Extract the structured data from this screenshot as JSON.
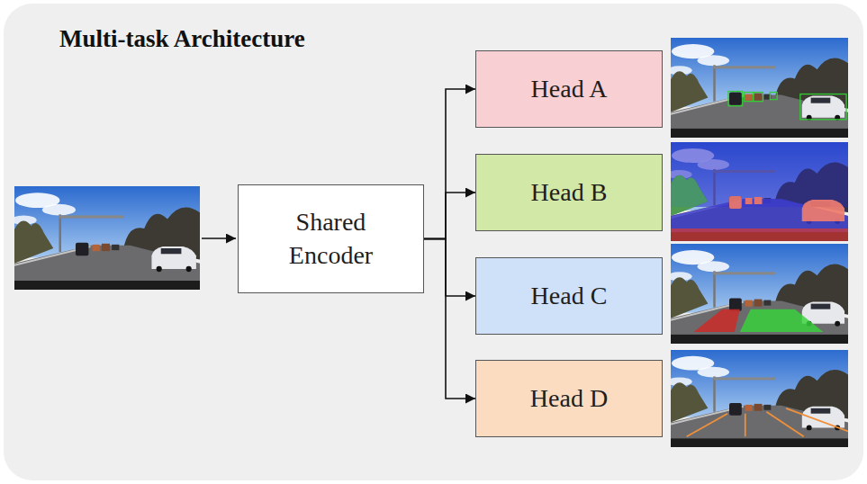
{
  "diagram": {
    "title": "Multi-task Architecture",
    "nodes": [
      {
        "text": [
          "Shared Encoder"
        ]
      },
      {
        "text": [
          "Head A"
        ]
      },
      {
        "text": [
          "Head B"
        ]
      },
      {
        "text": [
          "Head C"
        ]
      },
      {
        "text": [
          "Head D"
        ]
      }
    ],
    "edges": [
      {
        "from": 0,
        "to": 1,
        "arrow": "to"
      },
      {
        "from": 0,
        "to": 2,
        "arrow": "to"
      },
      {
        "from": 0,
        "to": 3,
        "arrow": "to"
      },
      {
        "from": 0,
        "to": 4,
        "arrow": "to"
      }
    ]
  }
}
